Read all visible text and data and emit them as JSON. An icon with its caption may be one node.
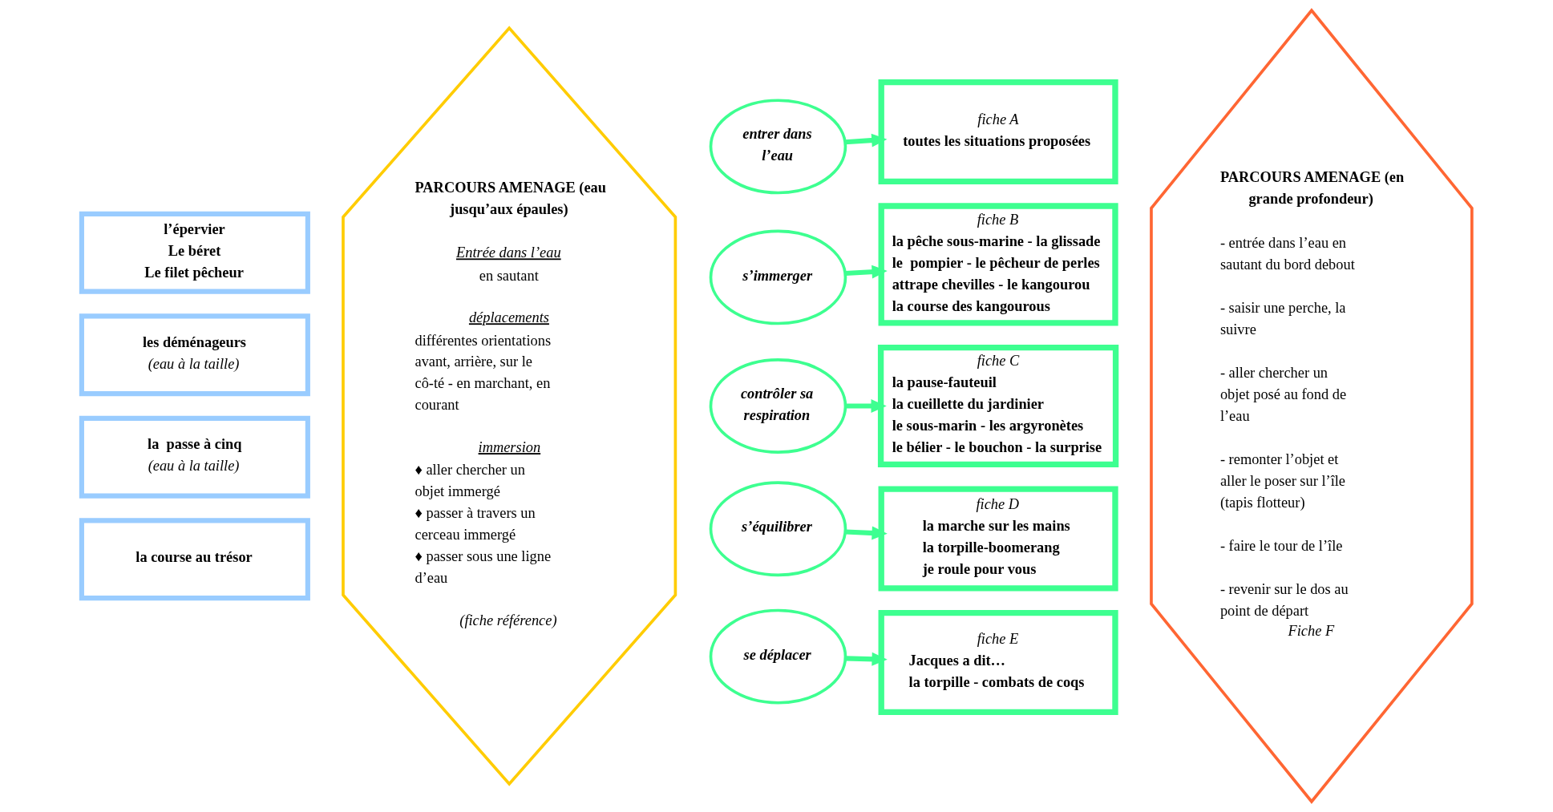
{
  "diagram": {
    "nodes": [
      {
        "text": [
          "l’épervier",
          "Le béret",
          "Le filet pêcheur"
        ]
      },
      {
        "text": [
          "les déménageurs",
          "(eau à la taille)"
        ]
      },
      {
        "text": [
          "la  passe à cinq",
          "(eau à la taille)"
        ]
      },
      {
        "text": [
          "la course au trésor"
        ]
      },
      {
        "text": [
          "PARCOURS AMENAGE (eau jusqu’aux épaules)",
          "Entrée dans l’eau",
          "en sautant",
          "déplacements",
          "différentes orientations avant, arrière, sur le cô-té - en marchant, en courant",
          "immersion",
          "♦ aller chercher un objet immergé",
          "♦ passer à travers un cerceau immergé",
          "♦ passer sous une ligne d’eau",
          "(fiche référence)"
        ]
      },
      {
        "text": [
          "entrer dans l’eau"
        ]
      },
      {
        "text": [
          "fiche A",
          "toutes les situations proposées"
        ]
      },
      {
        "text": [
          "s’immerger"
        ]
      },
      {
        "text": [
          "fiche B",
          "la pêche sous-marine - la glissade",
          "le  pompier - le pêcheur de perles",
          "attrape chevilles - le kangourou",
          "la course des kangourous"
        ]
      },
      {
        "text": [
          "contrôler sa respiration"
        ]
      },
      {
        "text": [
          "fiche C",
          "la pause-fauteuil",
          "la cueillette du jardinier",
          "le sous-marin - les argyronètes",
          "le bélier - le bouchon - la surprise"
        ]
      },
      {
        "text": [
          "s’équilibrer"
        ]
      },
      {
        "text": [
          "fiche D",
          "la marche sur les mains",
          "la torpille-boomerang",
          "je roule pour vous"
        ]
      },
      {
        "text": [
          "se déplacer"
        ]
      },
      {
        "text": [
          "fiche E",
          "Jacques a dit…",
          "la torpille - combats de coqs"
        ]
      },
      {
        "text": [
          "PARCOURS AMENAGE (en grande profondeur)",
          "- entrée dans l’eau en sautant du bord debout",
          "- saisir une perche, la suivre",
          "- aller chercher un objet posé au fond de l’eau",
          "- remonter l’objet et aller le poser sur l’île (tapis flotteur)",
          "- faire le tour de l’île",
          "- revenir sur le dos au point de départ",
          "Fiche F"
        ]
      }
    ],
    "edges": [
      {
        "from": 5,
        "to": 6,
        "arrow": "to"
      },
      {
        "from": 7,
        "to": 8,
        "arrow": "to"
      },
      {
        "from": 9,
        "to": 10,
        "arrow": "to"
      },
      {
        "from": 11,
        "to": 12,
        "arrow": "to"
      },
      {
        "from": 13,
        "to": 14,
        "arrow": "to"
      }
    ]
  }
}
